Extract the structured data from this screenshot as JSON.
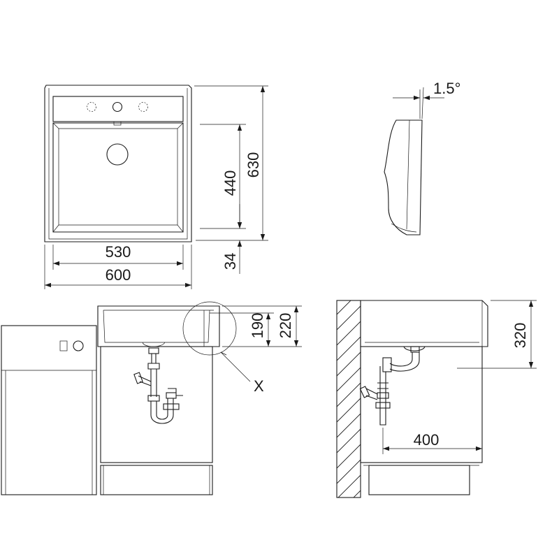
{
  "dimensions": {
    "inner_width": "530",
    "outer_width": "600",
    "inner_depth": "440",
    "outer_depth": "630",
    "front_height": "34",
    "angle": "1.5°",
    "bowl_depth_inner": "190",
    "bowl_depth_outer": "220",
    "install_height": "320",
    "drain_offset": "400"
  },
  "labels": {
    "detail_marker": "X"
  }
}
